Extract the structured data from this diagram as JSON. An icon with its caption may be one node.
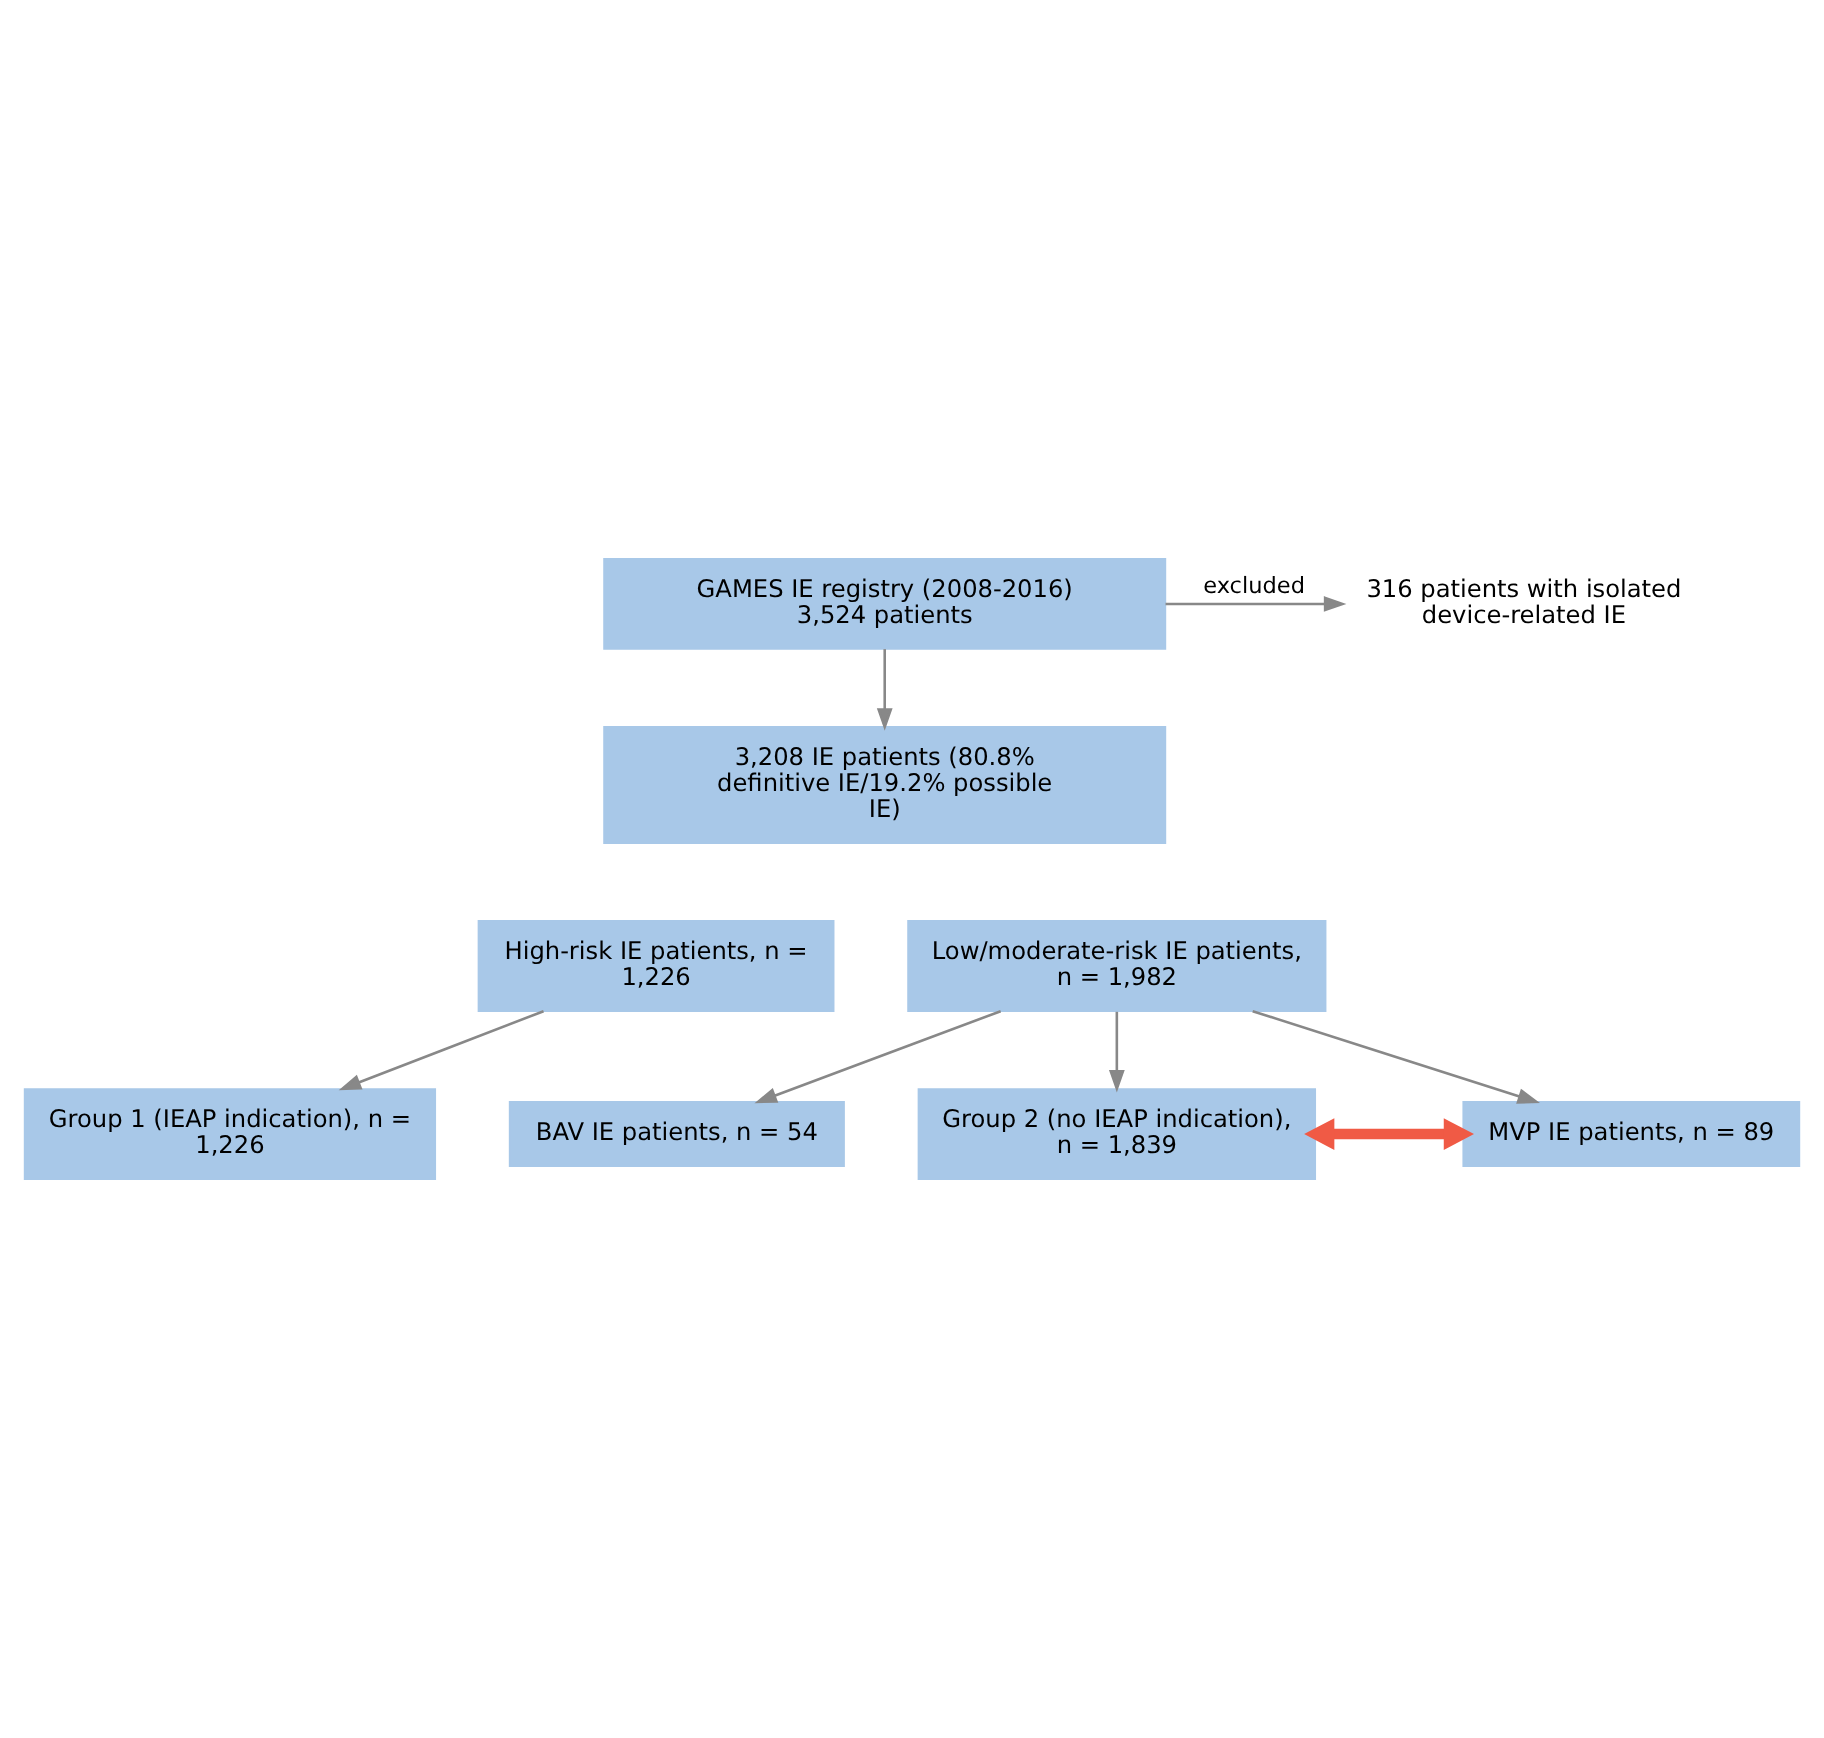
{
  "diagram": {
    "nodes": [
      {
        "text": [
          "GAMES IE registry (2008-2016) 3,524 patients"
        ]
      },
      {
        "text": [
          "316 patients with isolated device-related IE"
        ]
      },
      {
        "text": [
          "3,208 IE patients (80.8% definitive IE/19.2% possible IE)"
        ]
      },
      {
        "text": [
          "High-risk IE patients, n = 1,226"
        ]
      },
      {
        "text": [
          "Low/moderate-risk IE patients, n = 1,982"
        ]
      },
      {
        "text": [
          "BAV IE patients, n = 54"
        ]
      },
      {
        "text": [
          "MVP IE patients, n = 89"
        ]
      },
      {
        "text": [
          "Group 1 (IEAP indication), n = 1,226"
        ]
      },
      {
        "text": [
          "Group 2 (no IEAP indication), n = 1,839"
        ]
      }
    ],
    "edges": [
      {
        "from": 0,
        "to": 2,
        "arrow": "to"
      },
      {
        "from": 0,
        "to": 1,
        "arrow": "to",
        "label": "excluded"
      },
      {
        "from": 3,
        "to": 7,
        "arrow": "to"
      },
      {
        "from": 4,
        "to": 8,
        "arrow": "to"
      },
      {
        "from": 4,
        "to": 5,
        "arrow": "to"
      },
      {
        "from": 4,
        "to": 6,
        "arrow": "to"
      },
      {
        "from": 6,
        "to": 8,
        "arrow": "both",
        "style": "thick",
        "color": "#f05a45"
      }
    ]
  }
}
